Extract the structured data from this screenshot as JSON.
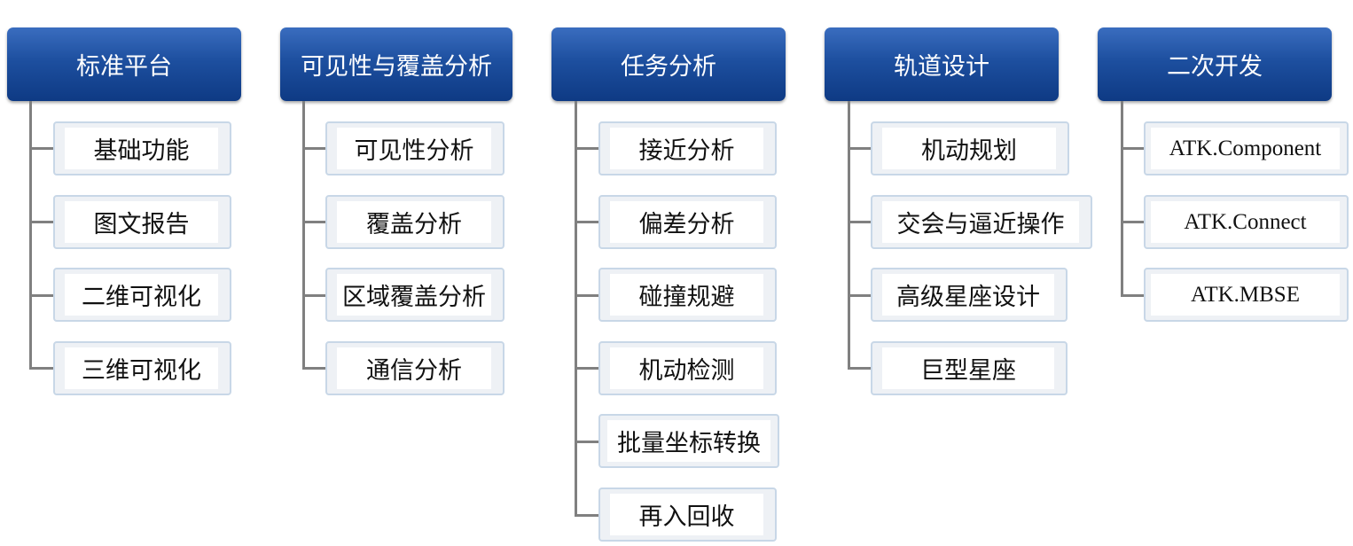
{
  "columns": [
    {
      "title": "标准平台",
      "items": [
        "基础功能",
        "图文报告",
        "二维可视化",
        "三维可视化"
      ]
    },
    {
      "title": "可见性与覆盖分析",
      "items": [
        "可见性分析",
        "覆盖分析",
        "区域覆盖分析",
        "通信分析"
      ]
    },
    {
      "title": "任务分析",
      "items": [
        "接近分析",
        "偏差分析",
        "碰撞规避",
        "机动检测",
        "批量坐标转换",
        "再入回收"
      ]
    },
    {
      "title": "轨道设计",
      "items": [
        "机动规划",
        "交会与逼近操作",
        "高级星座设计",
        "巨型星座"
      ]
    },
    {
      "title": "二次开发",
      "items": [
        "ATK.Component",
        "ATK.Connect",
        "ATK.MBSE"
      ]
    }
  ],
  "colors": {
    "header_top": "#3a6dbf",
    "header_mid": "#1d4f9f",
    "header_bottom": "#0e3a84",
    "connector": "#808080",
    "item_border": "#c8d7e7",
    "item_fill": "#eef1f5"
  }
}
